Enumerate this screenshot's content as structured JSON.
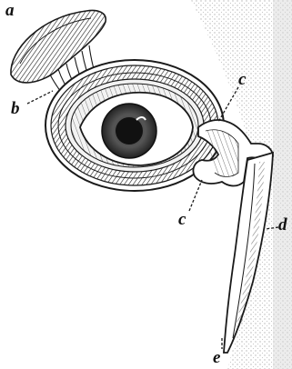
{
  "labels": {
    "a": "a",
    "b": "b",
    "c_upper": "c",
    "c_lower": "c",
    "d": "d",
    "e": "e"
  },
  "colors": {
    "ink": "#1a1a1a",
    "paper": "#ffffff",
    "shade": "#e7e7e7"
  }
}
